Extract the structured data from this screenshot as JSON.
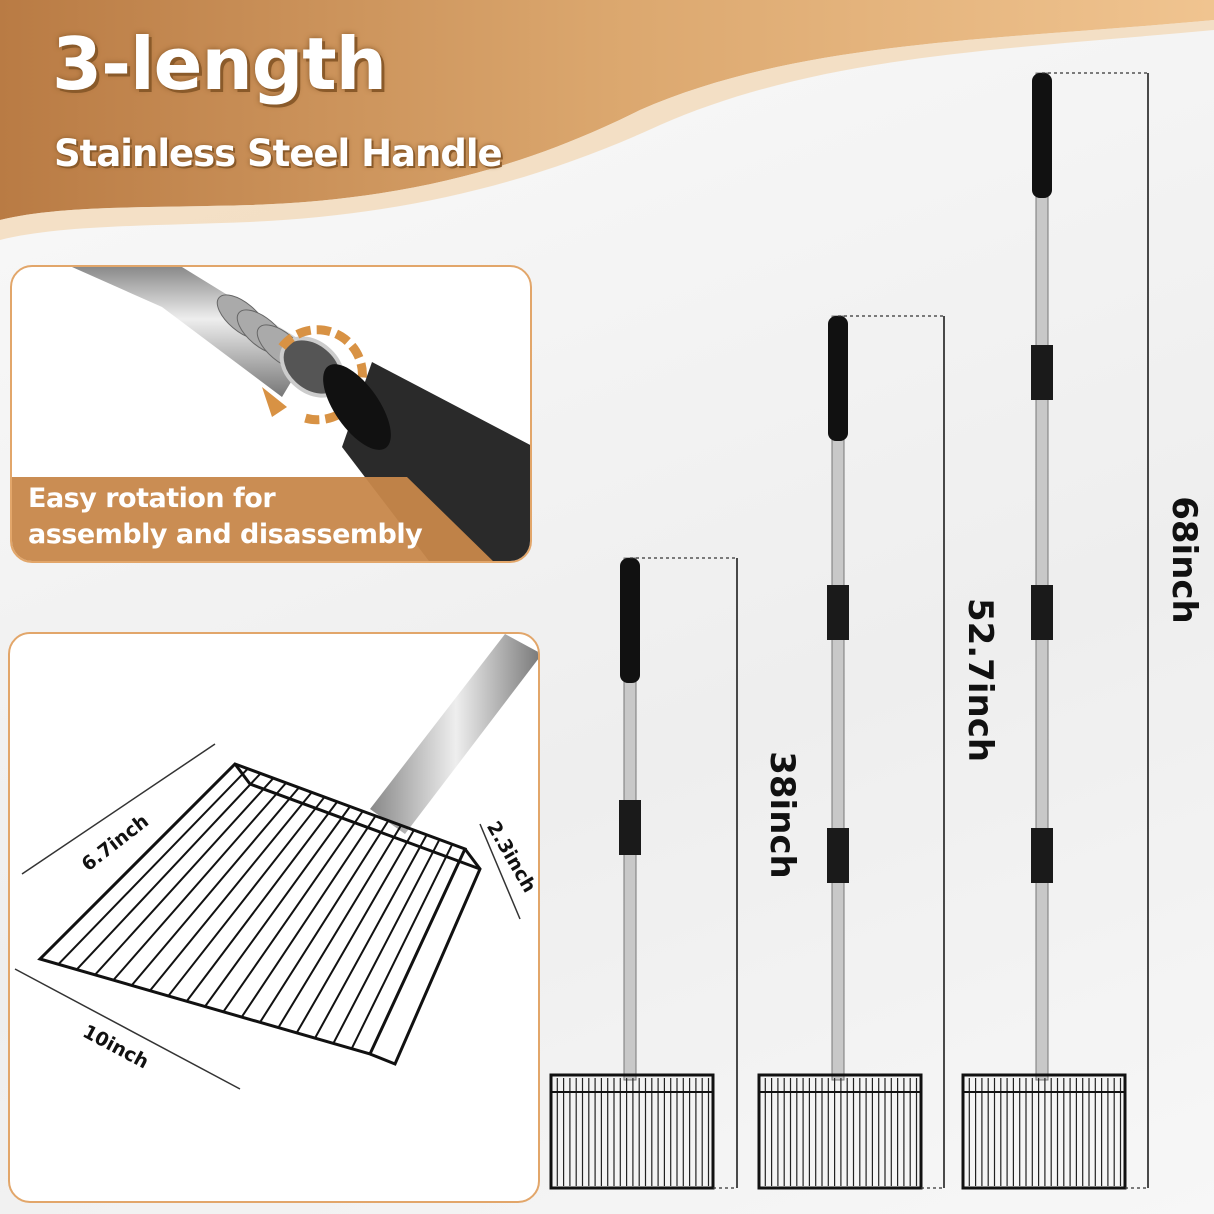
{
  "header": {
    "title": "3-length",
    "subtitle": "Stainless Steel Handle"
  },
  "assembly_panel": {
    "caption_line1": "Easy rotation for",
    "caption_line2": "assembly and disassembly",
    "icon": "rotation-arrow-icon"
  },
  "scoop_panel": {
    "width_label": "6.7inch",
    "depth_label": "2.3inch",
    "length_label": "10inch"
  },
  "lengths": [
    {
      "label": "38inch"
    },
    {
      "label": "52.7inch"
    },
    {
      "label": "68inch"
    }
  ],
  "colors": {
    "accent": "#e2a66a",
    "banner": "#d9a06a",
    "handle_grip": "#111111",
    "steel": "#c8c8c8"
  }
}
